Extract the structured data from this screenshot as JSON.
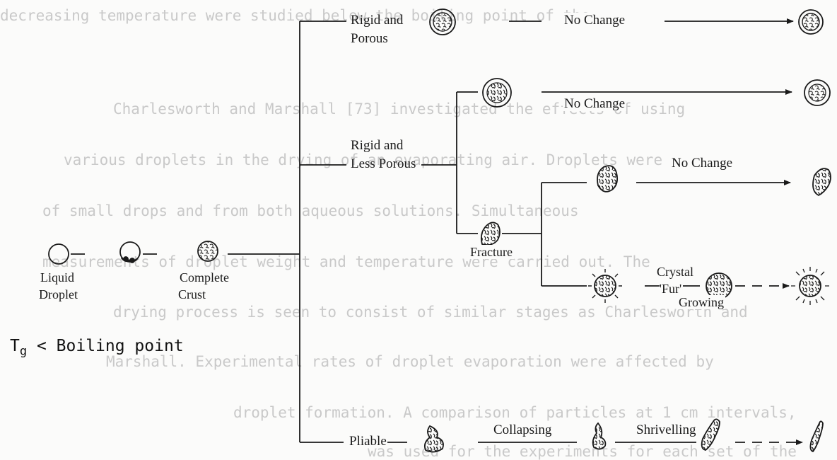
{
  "background_text": [
    "decreasing temperature were studied below the boiling point of the",
    "Charlesworth and Marshall [73] investigated the effects of using",
    "various droplets in the drying of an evaporating air. Droplets were",
    "of small drops and from both aqueous solutions. Simultaneous",
    "measurements of droplet weight and temperature were carried out. The",
    "drying process is seen to consist of similar stages as Charlesworth and",
    "Marshall. Experimental rates of droplet evaporation were affected by",
    "droplet formation. A comparison of particles at 1 cm intervals,",
    "was used for the experiments for each set of the"
  ],
  "temperature_label": {
    "prefix": "T",
    "subscript": "g",
    "relation": " < Boiling point"
  },
  "stages": {
    "liquid_droplet": "Liquid\nDroplet",
    "complete_crust": "Complete\nCrust"
  },
  "branches": {
    "rigid_porous": "Rigid and\nPorous",
    "rigid_less_porous": "Rigid and\nLess Porous",
    "pliable": "Pliable"
  },
  "transitions": {
    "no_change_1": "No Change",
    "no_change_2": "No Change",
    "no_change_3": "No Change",
    "fracture": "Fracture",
    "crystal_fur_top": "Crystal\n'Fur'",
    "growing": "Growing",
    "collapsing": "Collapsing",
    "shrivelling": "Shrivelling"
  },
  "colors": {
    "ink": "#1a1a1a",
    "background_text": "#c9c9c9",
    "paper": "#fbfbfa"
  }
}
